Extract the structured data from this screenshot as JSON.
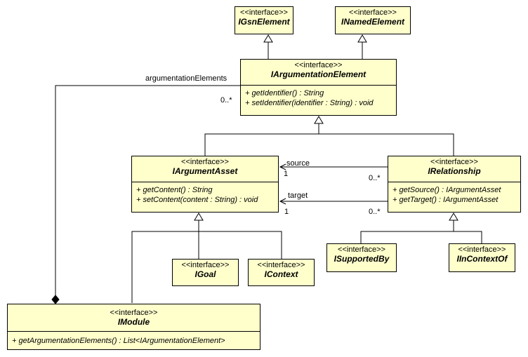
{
  "stereotype": "<<interface>>",
  "classes": {
    "gsn": {
      "name": "IGsnElement"
    },
    "named": {
      "name": "INamedElement"
    },
    "arg_elem": {
      "name": "IArgumentationElement",
      "ops": [
        "+ getIdentifier() : String",
        "+ setIdentifier(identifier : String) : void"
      ]
    },
    "asset": {
      "name": "IArgumentAsset",
      "ops": [
        "+ getContent() : String",
        "+ setContent(content : String) : void"
      ]
    },
    "rel": {
      "name": "IRelationship",
      "ops": [
        "+ getSource() : IArgumentAsset",
        "+ getTarget() : IArgumentAsset"
      ]
    },
    "goal": {
      "name": "IGoal"
    },
    "context": {
      "name": "IContext"
    },
    "supported": {
      "name": "ISupportedBy"
    },
    "incontext": {
      "name": "IInContextOf"
    },
    "module": {
      "name": "IModule",
      "ops": [
        "+ getArgumentationElements() : List<IArgumentationElement>"
      ]
    }
  },
  "labels": {
    "argumentation_elements": "argumentationElements",
    "mult_arg_elems": "0..*",
    "source": "source",
    "source_mult_asset": "1",
    "source_mult_rel": "0..*",
    "target": "target",
    "target_mult_asset": "1",
    "target_mult_rel": "0..*"
  }
}
